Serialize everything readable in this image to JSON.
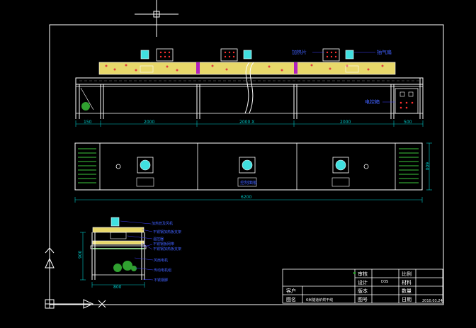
{
  "drawing": {
    "top_view": {
      "dims": [
        "150",
        "2000",
        "2000 X",
        "2000",
        "500"
      ],
      "callouts": {
        "heater": "加热片",
        "exhaust_fan": "抽气扇",
        "control_box": "电控箱"
      }
    },
    "plan_view": {
      "total_length": "6200",
      "height_dim": "600",
      "center_label": "控制面板"
    },
    "side_view": {
      "callouts": [
        "加热管及风机",
        "不锈钢加热板支架",
        "温控器",
        "不锈钢板网带",
        "不锈钢加热板支架",
        "风扇电机",
        "传动电机组",
        "不锈钢脚"
      ],
      "width_dim": "800",
      "height_dim": "900"
    },
    "title_block": {
      "labels": {
        "drafter": "审核",
        "designer": "设计",
        "customer": "客户",
        "ratio": "比例",
        "material": "材料",
        "quantity": "数量",
        "date": "日期",
        "version": "版本",
        "part_no": "图号",
        "name": "图名"
      },
      "values": {
        "design_code": "D3S",
        "drawing_name": "6米隧道炉烘干线",
        "date_value": "2010.03.24"
      }
    }
  },
  "colors": {
    "background": "#000000",
    "line_white": "#ffffff",
    "dim_cyan": "#00c8c8",
    "callout_blue": "#4040ff",
    "heater_yellow": "#e8d86a",
    "accent_magenta": "#b020c0",
    "mesh_green": "#30a030",
    "fan_cyan": "#40e0e0"
  },
  "icons": [
    "ucs-icon",
    "crosshair-cursor-icon"
  ]
}
